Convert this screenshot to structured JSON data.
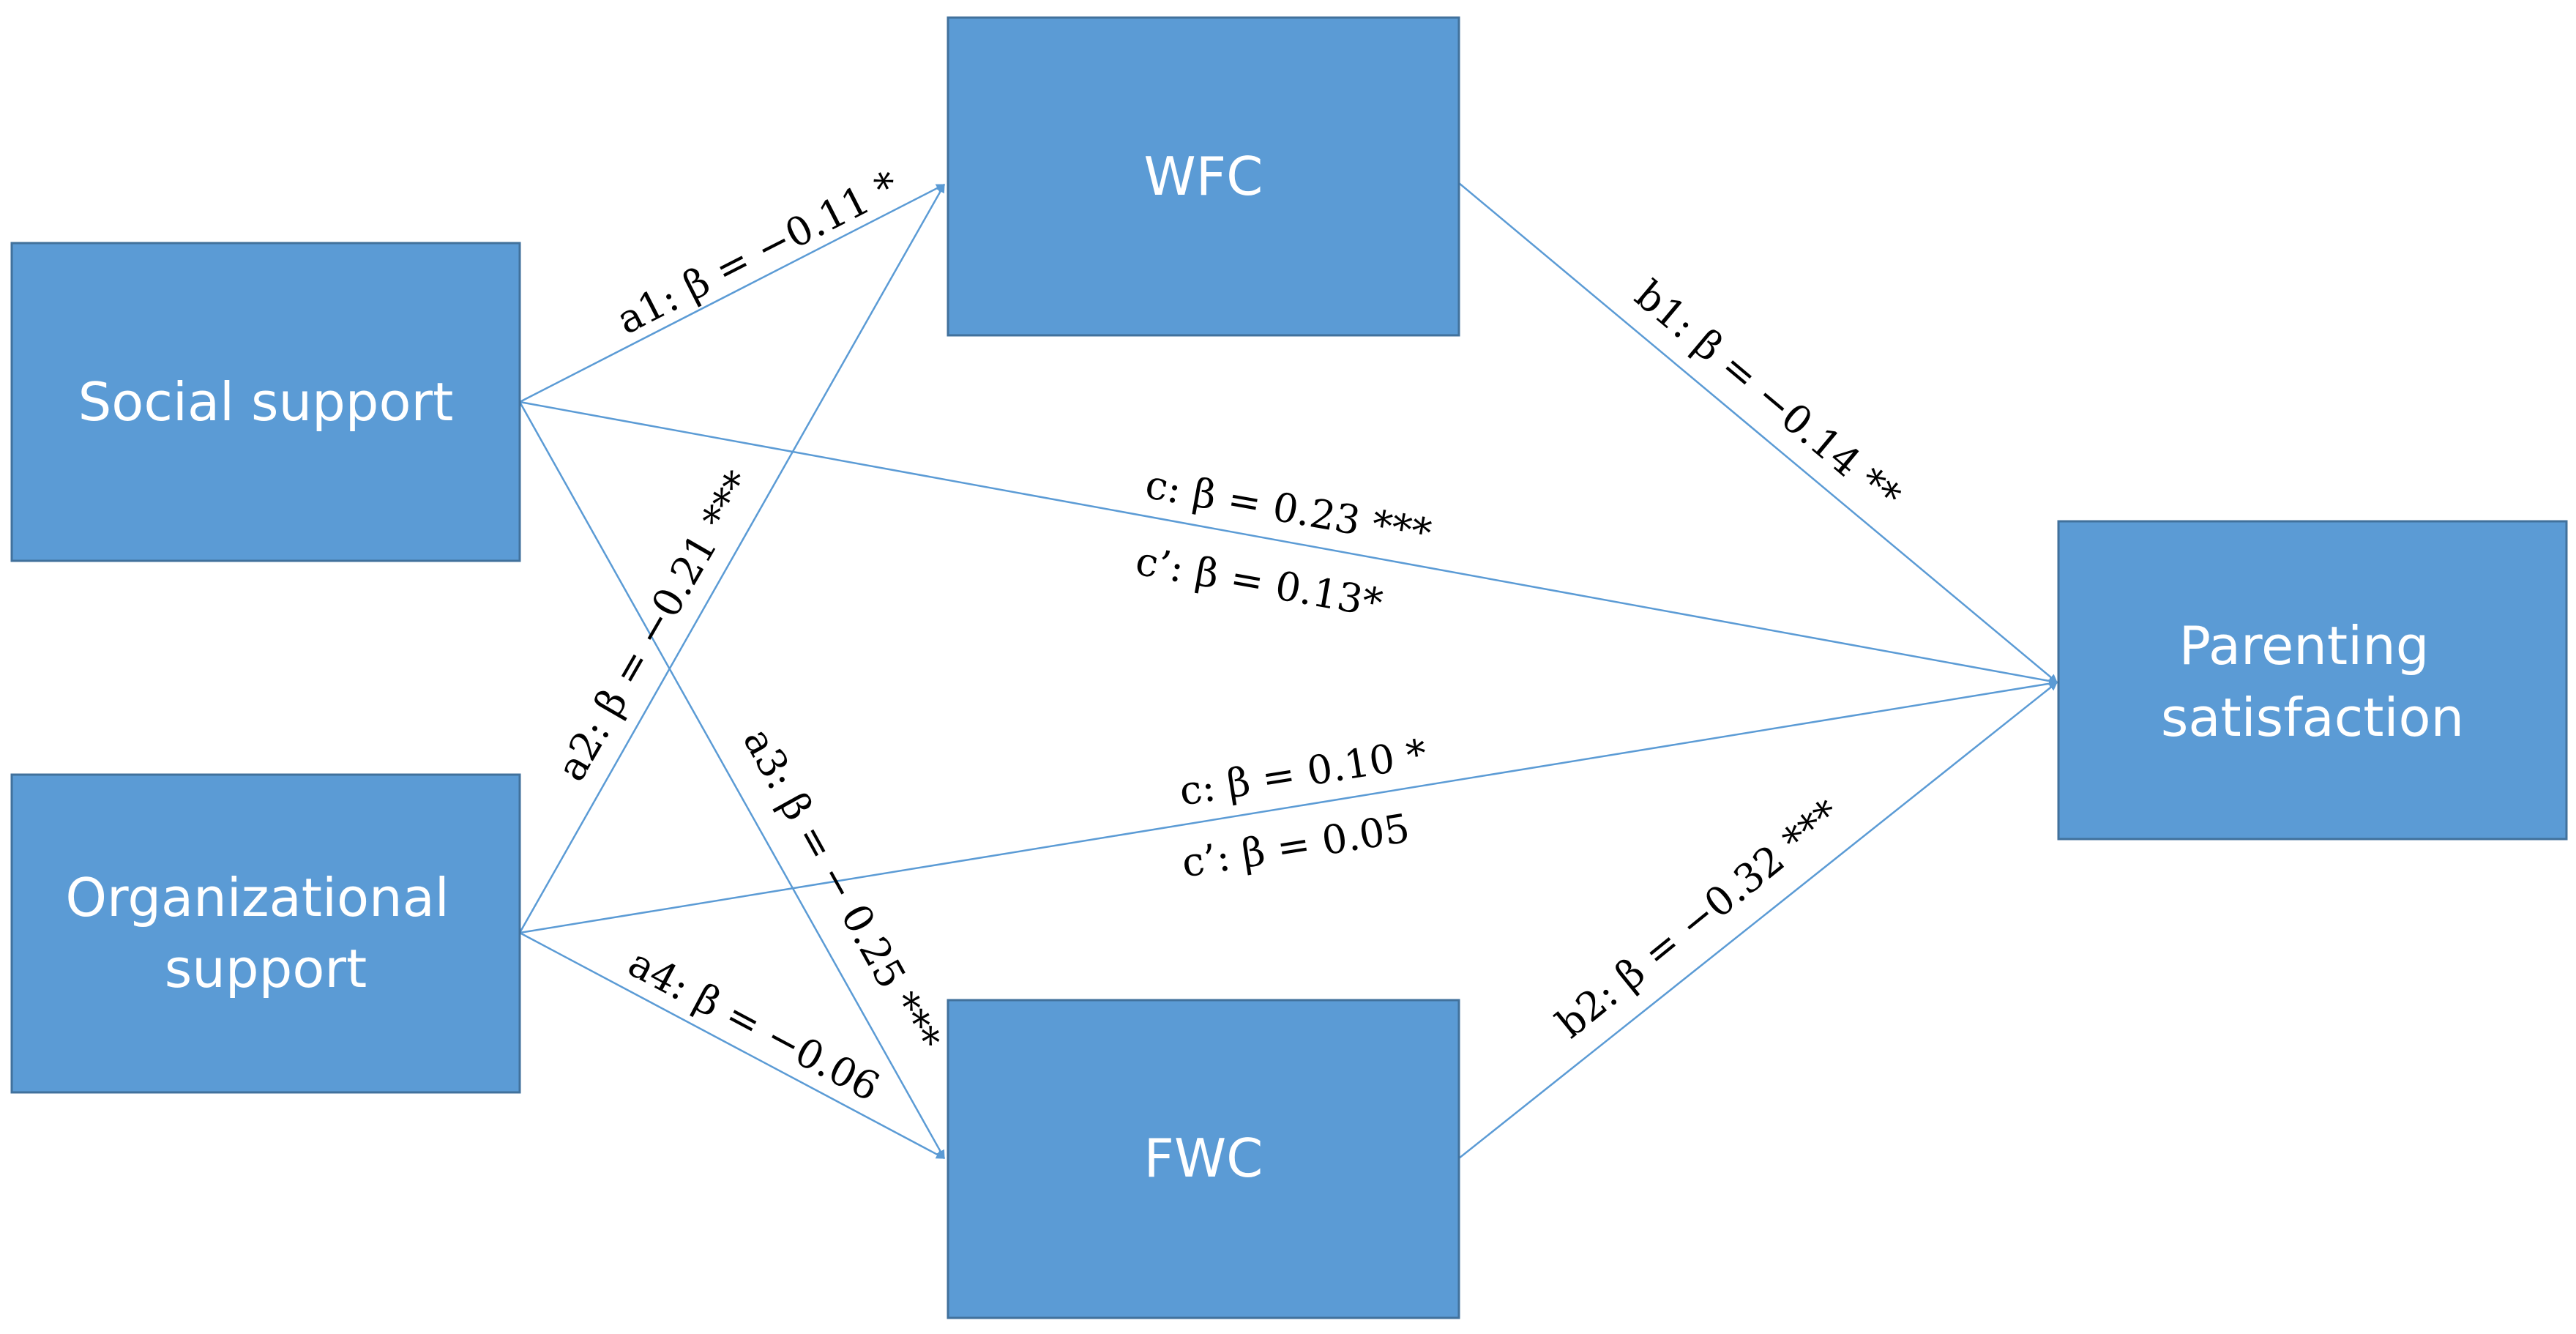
{
  "nodes": {
    "social_support": [
      "Social support"
    ],
    "organizational_support": [
      "Organizational",
      "support"
    ],
    "wfc": [
      "WFC"
    ],
    "fwc": [
      "FWC"
    ],
    "parenting_satisfaction": [
      "Parenting",
      "satisfaction"
    ]
  },
  "paths": {
    "a1": "a1: β = −0.11 *",
    "a2": "a2: β = −0.21 ***",
    "a3": "a3: β = − 0.25 ***",
    "a4": "a4: β = −0.06",
    "b1": "b1: β = −0.14 **",
    "b2": "b2: β = −0.32 ***",
    "c_social": "c: β = 0.23 ***",
    "c_prime_social": "c’: β = 0.13*",
    "c_org": "c: β = 0.10 *",
    "c_prime_org": "c’: β = 0.05"
  }
}
